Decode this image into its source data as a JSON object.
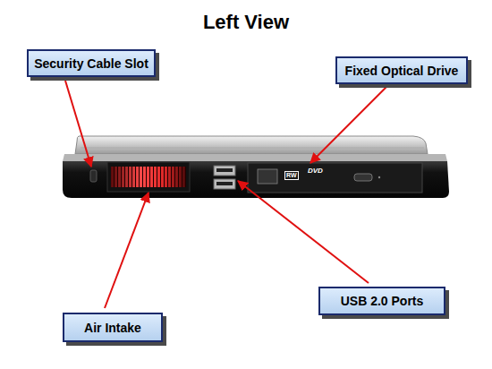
{
  "diagram": {
    "title": "Left View",
    "nodes": [
      {
        "text": [
          "Security Cable Slot"
        ]
      },
      {
        "text": [
          "Fixed Optical Drive"
        ]
      },
      {
        "text": [
          "USB 2.0 Ports"
        ]
      },
      {
        "text": [
          "Air Intake"
        ]
      }
    ],
    "labels": [
      "RW",
      "DVD"
    ]
  }
}
